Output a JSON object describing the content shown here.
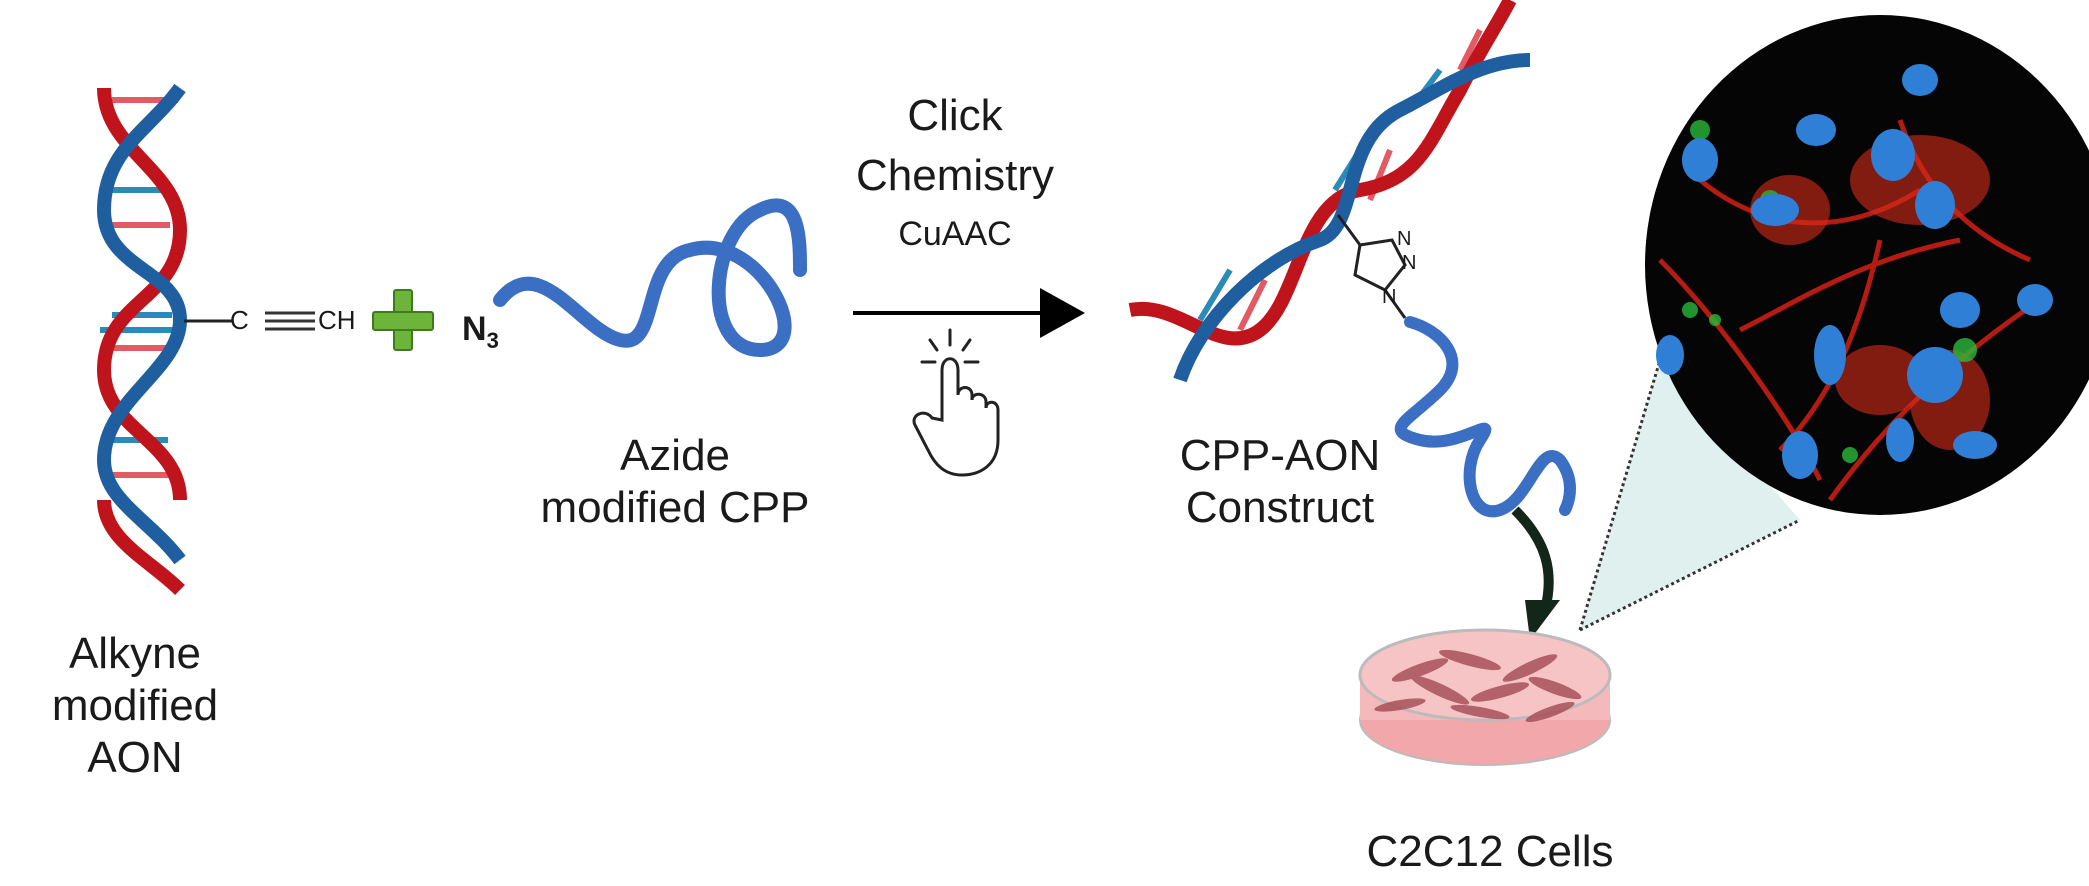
{
  "colors": {
    "dna_red": "#c0141c",
    "dna_blue": "#1f5fa0",
    "peptide_blue": "#3a6fc4",
    "plus_green": "#6cb43a",
    "dish_pink": "#f4b9bb",
    "cell_dark": "#a8505a",
    "zoom_cone": "#dff0ef"
  },
  "labels": {
    "aon_line1": "Alkyne",
    "aon_line2": "modified AON",
    "alkyne_group": "C≡CH",
    "cpp_line1": "Azide",
    "cpp_line2": "modified CPP",
    "azide_group": "N",
    "azide_sub": "3",
    "reaction_line1": "Click",
    "reaction_line2": "Chemistry",
    "reaction_line3": "CuAAC",
    "construct_line1": "CPP-AON",
    "construct_line2": "Construct",
    "cells_label": "C2C12 Cells",
    "triazole_n": "N"
  },
  "icons": {
    "plus": "plus-icon",
    "reaction_arrow": "arrow-right-icon",
    "click_hand": "pointer-hand-click-icon",
    "transfer_arrow": "curved-arrow-down-icon",
    "petri_dish": "petri-dish-icon",
    "microscopy": "fluorescence-microscopy-image"
  }
}
